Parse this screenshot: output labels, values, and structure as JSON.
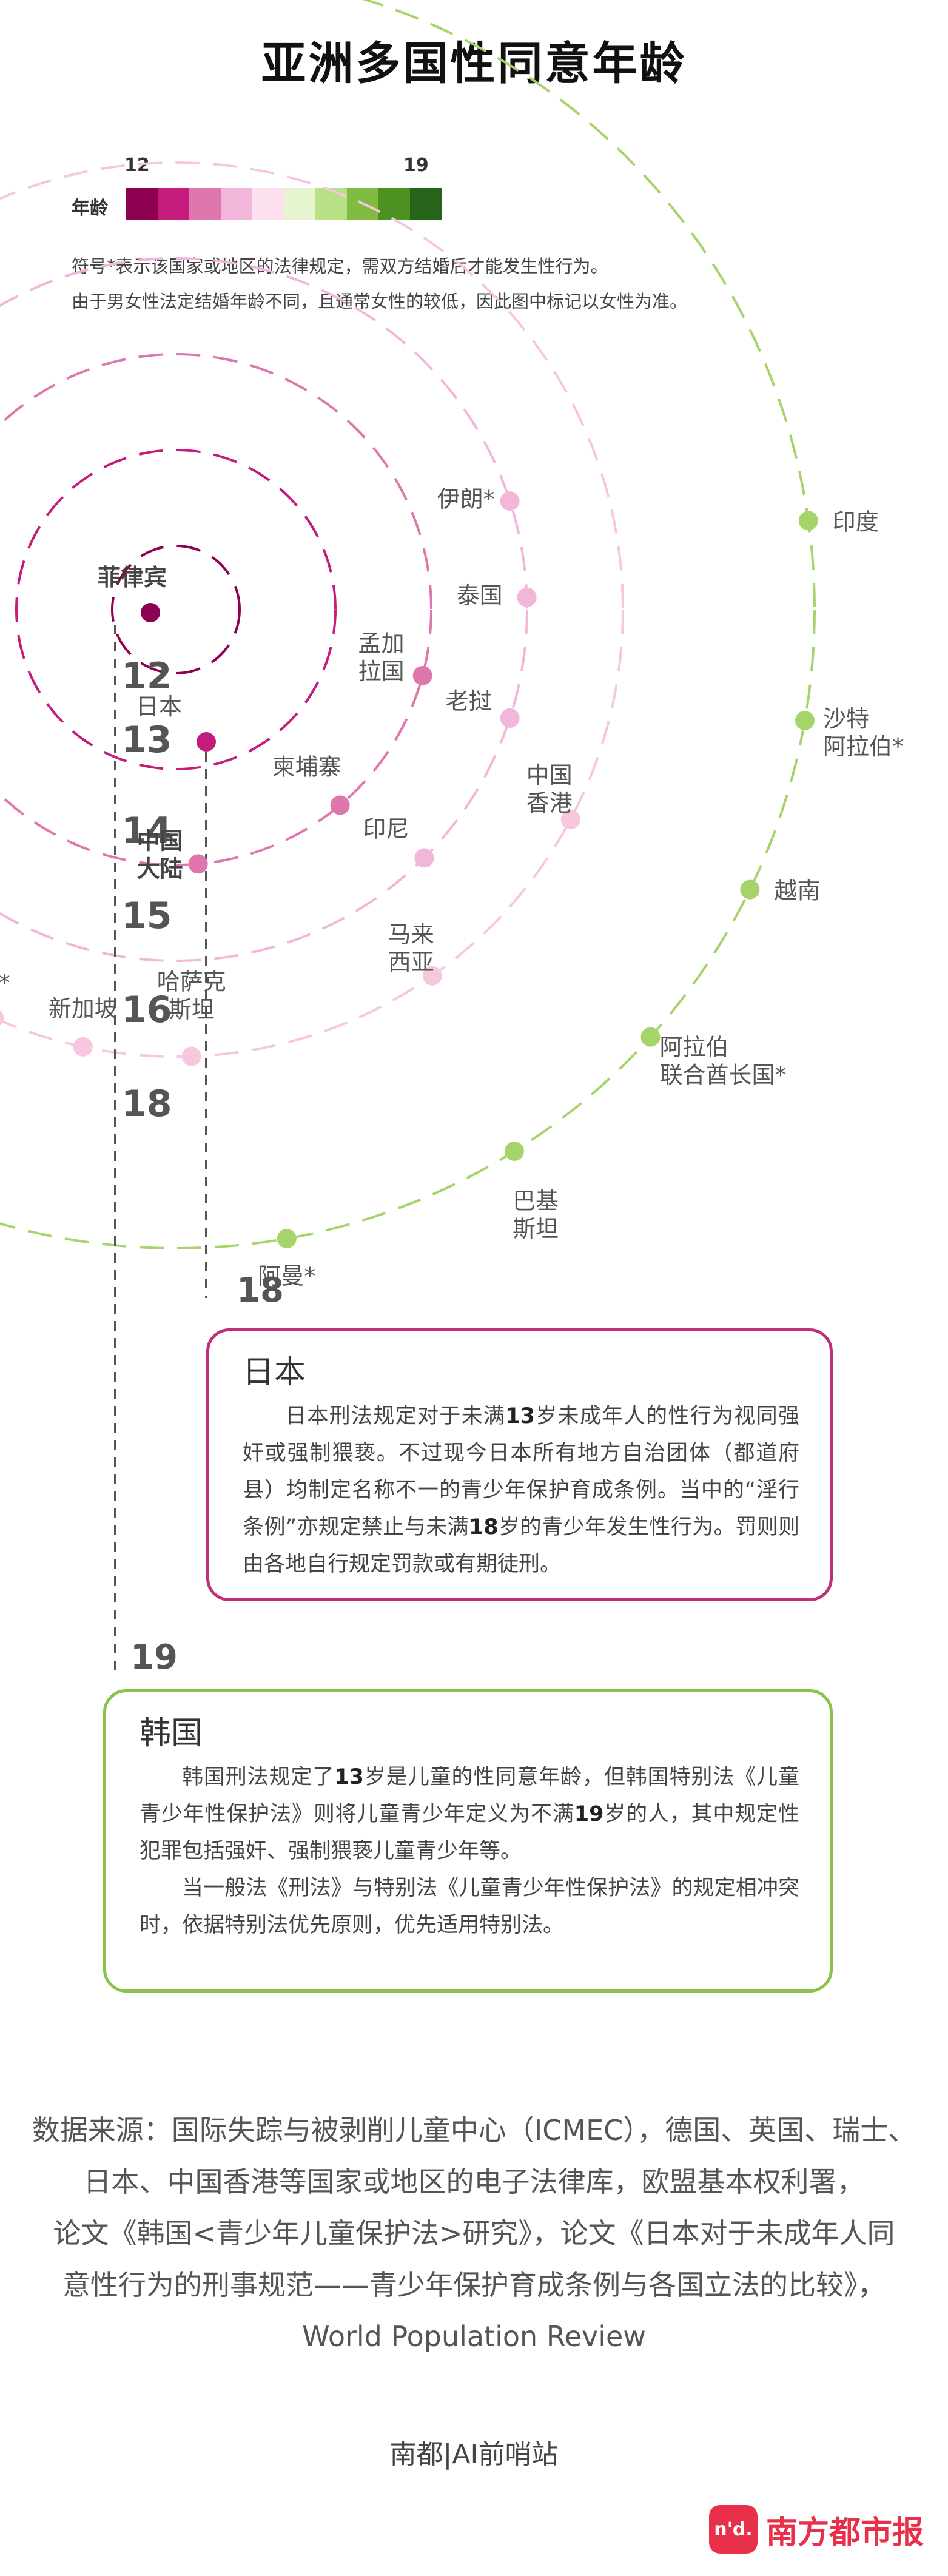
{
  "title": "亚洲多国性同意年龄",
  "legend": {
    "caption": "年龄",
    "min_label": "12",
    "max_label": "19",
    "colors": [
      "#8e0152",
      "#c51b7d",
      "#de77ae",
      "#f1b6da",
      "#fde0ef",
      "#e6f5d0",
      "#b8e186",
      "#7fbc41",
      "#4d9221",
      "#276419"
    ]
  },
  "notes": [
    "符号*表示该国家或地区的法律规定，需双方结婚后才能发生性行为。",
    "由于男女性法定结婚年龄不同，且通常女性的较低，因此图中标记以女性为准。"
  ],
  "chart_data": {
    "type": "scatter",
    "title": "亚洲多国性同意年龄",
    "value_label": "性同意年龄",
    "rings": [
      {
        "age": 12,
        "label": "12",
        "color": "#8e0152"
      },
      {
        "age": 13,
        "label": "13",
        "color": "#c51b7d"
      },
      {
        "age": 14,
        "label": "14",
        "color": "#de77ae"
      },
      {
        "age": 15,
        "label": "15",
        "color": "#f1b6da"
      },
      {
        "age": 16,
        "label": "16",
        "color": "#fde0ef"
      },
      {
        "age": 18,
        "label": "18",
        "color": "#a5d46a"
      }
    ],
    "points": [
      {
        "name": "菲律宾",
        "age": 12,
        "married_only": false
      },
      {
        "name": "日本",
        "age": 13,
        "married_only": false
      },
      {
        "name": "孟加拉国",
        "age": 14,
        "married_only": false
      },
      {
        "name": "柬埔寨",
        "age": 14,
        "married_only": false
      },
      {
        "name": "中国大陆",
        "age": 14,
        "married_only": false
      },
      {
        "name": "伊朗",
        "age": 15,
        "married_only": true
      },
      {
        "name": "泰国",
        "age": 15,
        "married_only": false
      },
      {
        "name": "老挝",
        "age": 15,
        "married_only": false
      },
      {
        "name": "印尼",
        "age": 15,
        "married_only": false
      },
      {
        "name": "中国香港",
        "age": 16,
        "married_only": false
      },
      {
        "name": "马来西亚",
        "age": 16,
        "married_only": false
      },
      {
        "name": "哈萨克斯坦",
        "age": 16,
        "married_only": false
      },
      {
        "name": "新加坡",
        "age": 16,
        "married_only": false
      },
      {
        "name": "阿富汗",
        "age": 16,
        "married_only": true
      },
      {
        "name": "印度",
        "age": 18,
        "married_only": false
      },
      {
        "name": "沙特阿拉伯",
        "age": 18,
        "married_only": true
      },
      {
        "name": "越南",
        "age": 18,
        "married_only": false
      },
      {
        "name": "阿拉伯联合酋长国",
        "age": 18,
        "married_only": true
      },
      {
        "name": "巴基斯坦",
        "age": 18,
        "married_only": false
      },
      {
        "name": "阿曼",
        "age": 18,
        "married_only": true
      }
    ],
    "display_labels": [
      {
        "lines": [
          "菲律宾"
        ],
        "strong": true
      },
      {
        "lines": [
          "日本"
        ]
      },
      {
        "lines": [
          "孟加",
          "拉国"
        ]
      },
      {
        "lines": [
          "柬埔寨"
        ]
      },
      {
        "lines": [
          "中国",
          "大陆"
        ],
        "strong": true
      },
      {
        "lines": [
          "伊朗*"
        ]
      },
      {
        "lines": [
          "泰国"
        ]
      },
      {
        "lines": [
          "老挝"
        ]
      },
      {
        "lines": [
          "印尼"
        ]
      },
      {
        "lines": [
          "中国",
          "香港"
        ]
      },
      {
        "lines": [
          "马来",
          "西亚"
        ]
      },
      {
        "lines": [
          "哈萨克",
          "斯坦"
        ]
      },
      {
        "lines": [
          "新加坡"
        ]
      },
      {
        "lines": [
          "阿富汗*"
        ]
      },
      {
        "lines": [
          "印度"
        ]
      },
      {
        "lines": [
          "沙特",
          "阿拉伯*"
        ]
      },
      {
        "lines": [
          "越南"
        ]
      },
      {
        "lines": [
          "阿拉伯",
          "联合酋长国*"
        ]
      },
      {
        "lines": [
          "巴基",
          "斯坦"
        ]
      },
      {
        "lines": [
          "阿曼*"
        ]
      }
    ],
    "callouts": [
      {
        "name": "日本",
        "age": 18
      },
      {
        "name": "韩国",
        "age": 19
      }
    ]
  },
  "japan_box": {
    "ref_age": "18",
    "title": "日本",
    "paragraph": [
      "日本刑法规定对于未满",
      "13",
      "岁未成年人的性行为视同强奸或强制猥亵。不过现今日本所有地方自治团体（都道府县）均制定名称不一的青少年保护育成条例。当中的“淫行条例”亦规定禁止与未满",
      "18",
      "岁的青少年发生性行为。罚则则由各地自行规定罚款或有期徒刑。"
    ]
  },
  "korea_box": {
    "ref_age": "19",
    "title": "韩国",
    "paragraph1": [
      "韩国刑法规定了",
      "13",
      "岁是儿童的性同意年龄，但韩国特别法《儿童青少年性保护法》则将儿童青少年定义为不满",
      "19",
      "岁的人，其中规定性犯罪包括强奸、强制猥亵儿童青少年等。"
    ],
    "paragraph2": "当一般法《刑法》与特别法《儿童青少年性保护法》的规定相冲突时，依据特别法优先原则，优先适用特别法。"
  },
  "source_lines": [
    "数据来源：国际失踪与被剥削儿童中心（ICMEC），德国、英国、瑞士、",
    "日本、中国香港等国家或地区的电子法律库，欧盟基本权利署，",
    "论文《韩国<青少年儿童保护法>研究》，论文《日本对于未成年人同",
    "意性行为的刑事规范——青少年保护育成条例与各国立法的比较》，",
    "World Population Review"
  ],
  "credit": "南都|AI前哨站",
  "logo": {
    "mark": "n'd.",
    "text": "南方都市报"
  }
}
